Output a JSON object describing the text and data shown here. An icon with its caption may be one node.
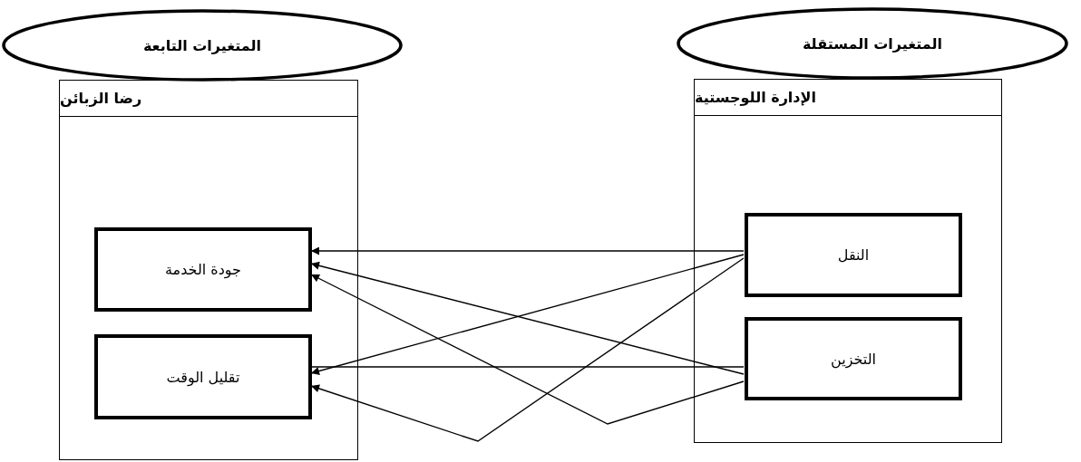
{
  "diagram": {
    "nodes": [
      {
        "text": [
          "المتغيرات التابعة"
        ]
      },
      {
        "text": [
          "المتغيرات المستقلة"
        ]
      },
      {
        "text": [
          "رضا الزبائن"
        ]
      },
      {
        "text": [
          "جودة الخدمة"
        ],
        "in": 2
      },
      {
        "text": [
          "تقليل الوقت"
        ],
        "in": 2
      },
      {
        "text": [
          "الإدارة اللوجستية"
        ]
      },
      {
        "text": [
          "النقل"
        ],
        "in": 5
      },
      {
        "text": [
          "التخزين"
        ],
        "in": 5
      }
    ],
    "edges": [
      {
        "from": 6,
        "to": 3,
        "arrow": "to"
      },
      {
        "from": 6,
        "to": 4,
        "arrow": "to"
      },
      {
        "from": 6,
        "to": 4,
        "arrow": "to"
      },
      {
        "from": 7,
        "to": 4,
        "arrow": "none"
      },
      {
        "from": 7,
        "to": 3,
        "arrow": "to"
      },
      {
        "from": 7,
        "to": 3,
        "arrow": "to"
      }
    ]
  }
}
